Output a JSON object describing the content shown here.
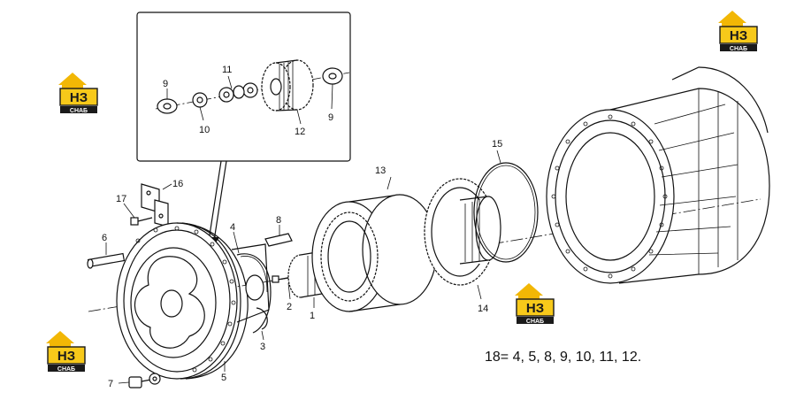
{
  "watermark": {
    "letters": "НЗ",
    "caption": "СНАБ",
    "colors": {
      "yellow": "#f2b705",
      "dark": "#1a1a1a"
    }
  },
  "callouts": {
    "c1": "1",
    "c2": "2",
    "c3": "3",
    "c4": "4",
    "c5": "5",
    "c6": "6",
    "c7": "7",
    "c8": "8",
    "c9a": "9",
    "c9b": "9",
    "c10": "10",
    "c11": "11",
    "c12": "12",
    "c13": "13",
    "c14": "14",
    "c15": "15",
    "c16": "16",
    "c17": "17"
  },
  "formula": "18= 4, 5, 8, 9, 10, 11, 12."
}
